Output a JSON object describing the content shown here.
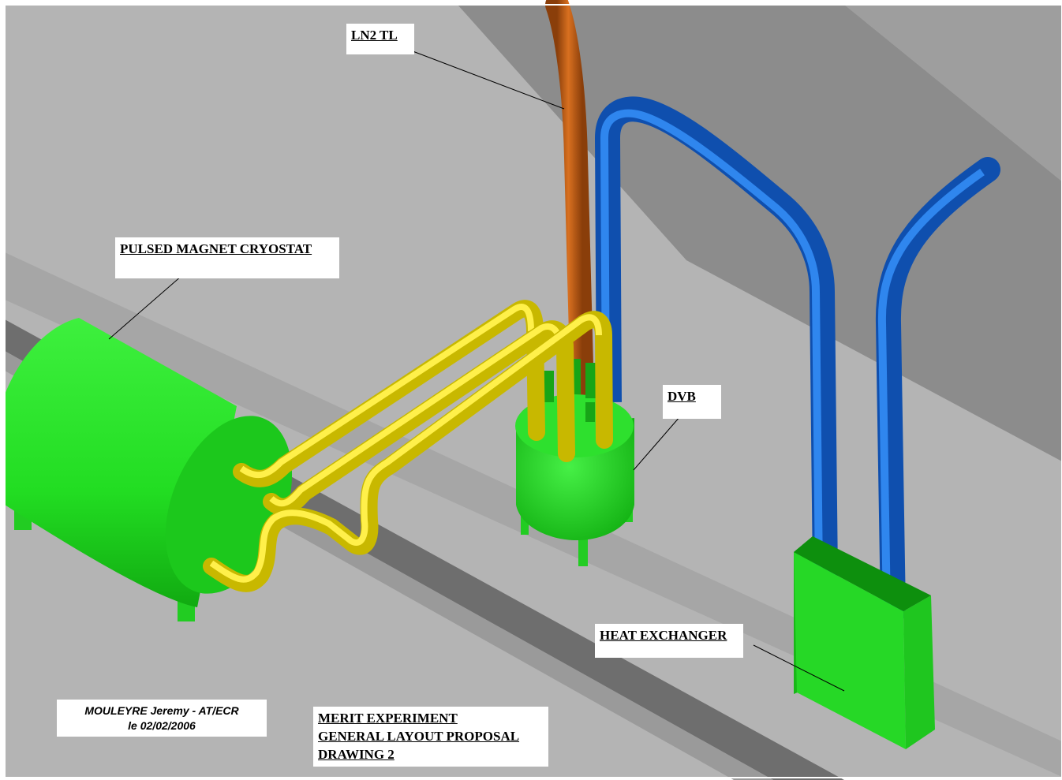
{
  "labels": {
    "ln2_tl": "LN2 TL",
    "pulsed_magnet_cryostat": "PULSED MAGNET CRYOSTAT",
    "dvb": "DVB",
    "heat_exchanger": "HEAT EXCHANGER"
  },
  "credit": {
    "line1": "MOULEYRE Jeremy - AT/ECR",
    "line2": "le 02/02/2006"
  },
  "title_block": {
    "line1": "MERIT EXPERIMENT",
    "line2": "GENERAL LAYOUT PROPOSAL",
    "line3": "DRAWING 2"
  },
  "colors": {
    "floor": "#b4b4b4",
    "wall": "#888888",
    "cryostat_green": "#22dd22",
    "transfer_line_yellow": "#f0e020",
    "ln2_orange": "#c8601a",
    "return_pipe_blue": "#1a64d0"
  }
}
